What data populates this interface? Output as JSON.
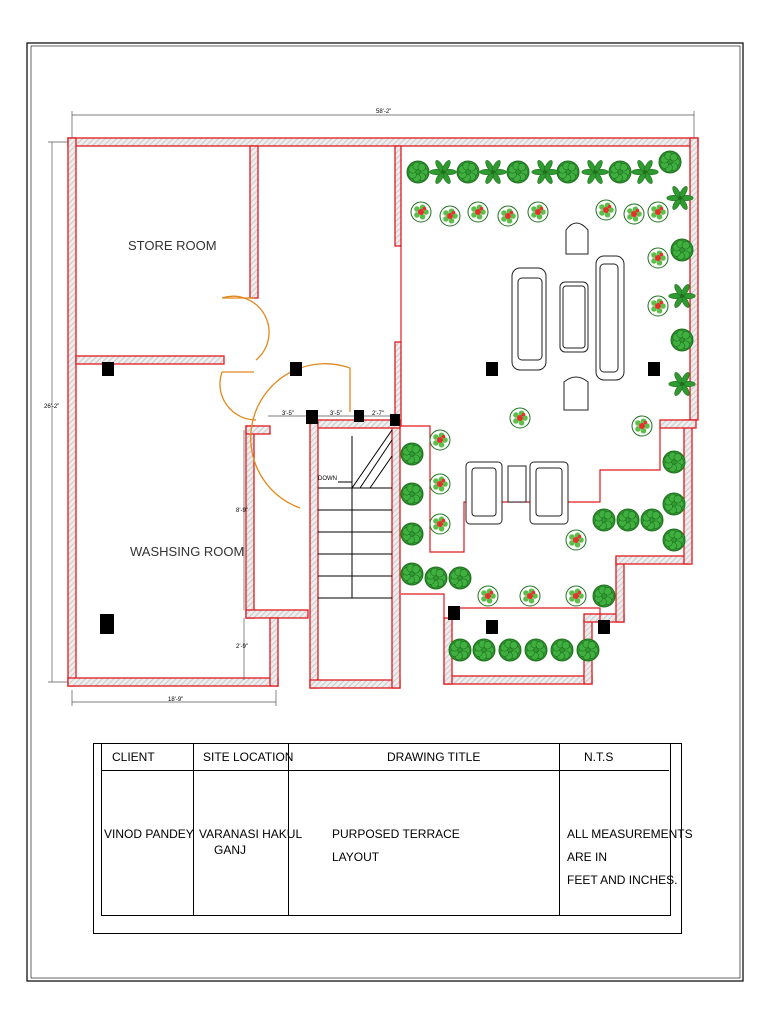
{
  "rooms": {
    "store": "STORE ROOM",
    "washing": "WASHSING ROOM"
  },
  "stair_label": "DOWN",
  "dimensions": {
    "overall_width": "58'-2\"",
    "overall_depth": "26'-2\"",
    "wash_width": "18'-9\"",
    "door_gap_1": "3'-5\"",
    "door_gap_2": "3'-5\"",
    "door_gap_3": "2'-7\"",
    "stair_height": "8'-9\"",
    "lower_gap": "2'-9\""
  },
  "title_block": {
    "headers": {
      "client": "CLIENT",
      "site": "SITE LOCATION",
      "drawing": "DRAWING TITLE",
      "scale": "N.T.S"
    },
    "values": {
      "client": "VINOD PANDEY",
      "site_line1": "VARANASI HAKUL",
      "site_line2": "GANJ",
      "drawing_line1": "PURPOSED TERRACE",
      "drawing_line2": "LAYOUT",
      "note_line1": "ALL MEASUREMENTS",
      "note_line2": "ARE IN",
      "note_line3": "FEET AND INCHES."
    }
  },
  "colors": {
    "wall_outline": "#e0191f",
    "wall_fill": "#d9d9d9",
    "door": "#e08a1e",
    "plant_green": "#2f9a2f",
    "plant_dark": "#1f6f1f",
    "flower_red": "#e5312b"
  }
}
